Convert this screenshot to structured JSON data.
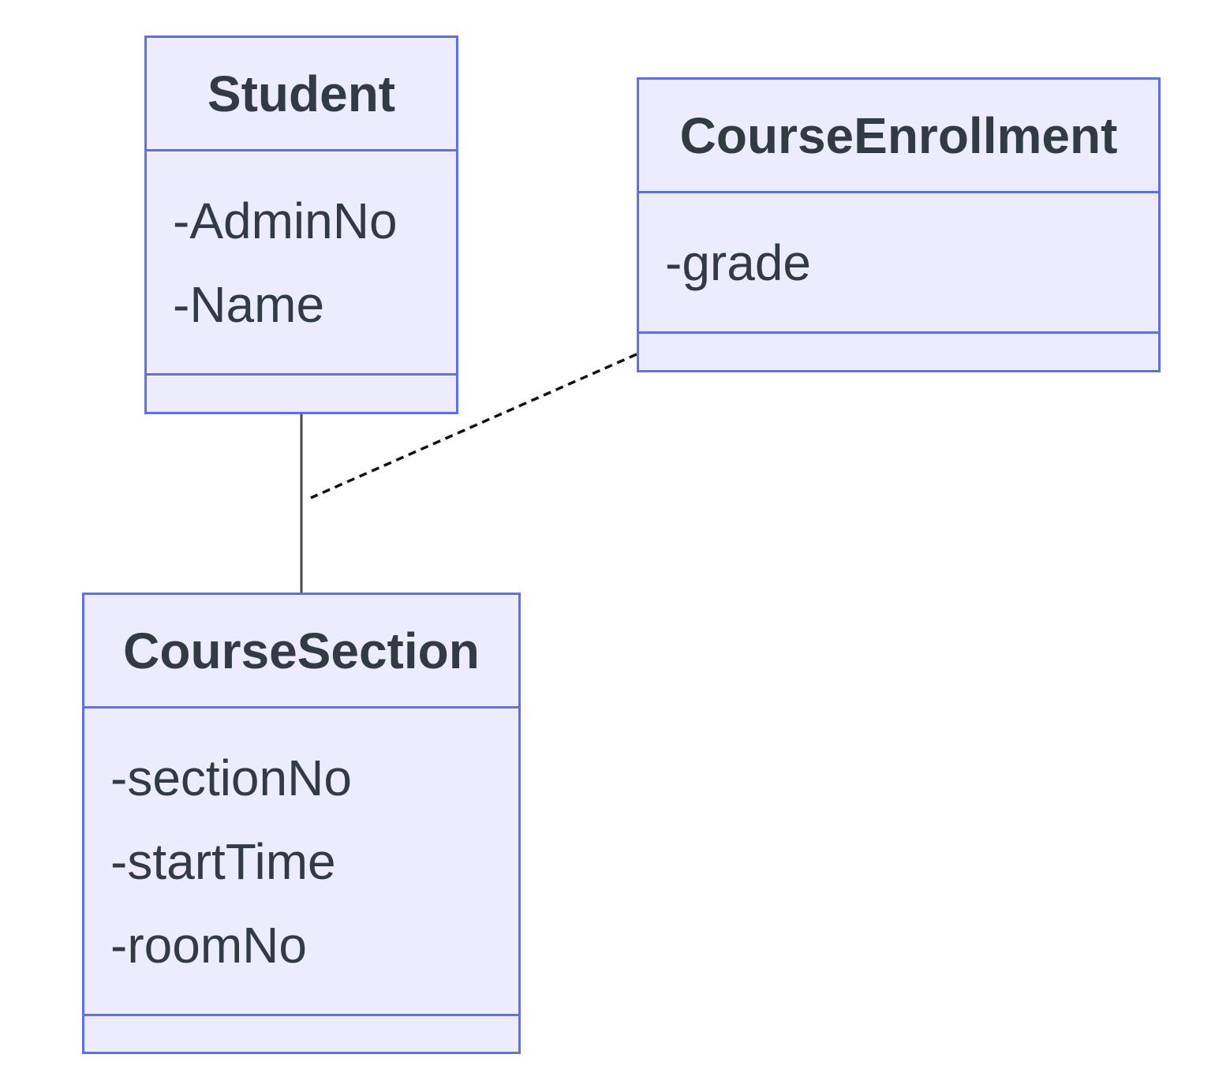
{
  "diagram": {
    "classes": {
      "student": {
        "name": "Student",
        "attributes": [
          "-AdminNo",
          "-Name"
        ]
      },
      "course_enrollment": {
        "name": "CourseEnrollment",
        "attributes": [
          "-grade"
        ]
      },
      "course_section": {
        "name": "CourseSection",
        "attributes": [
          "-sectionNo",
          "-startTime",
          "-roomNo"
        ]
      }
    },
    "relations": [
      {
        "from": "Student",
        "to": "CourseSection",
        "style": "solid"
      },
      {
        "from": "CourseEnrollment",
        "to": "Student-CourseSection",
        "style": "dashed"
      }
    ],
    "colors": {
      "box_fill": "#ececfe",
      "box_border": "#5b6ff0",
      "text": "#323a44",
      "line": "#4a4a4a"
    }
  }
}
